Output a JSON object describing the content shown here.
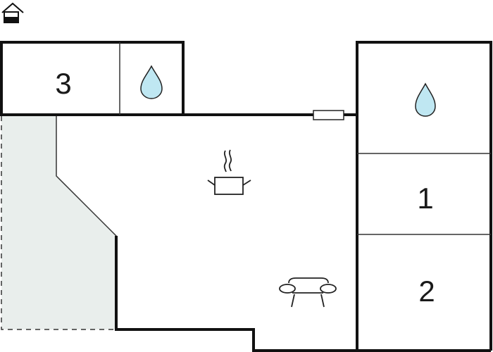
{
  "plan": {
    "rooms": [
      {
        "id": "room-3",
        "label": "3"
      },
      {
        "id": "room-1",
        "label": "1"
      },
      {
        "id": "room-2",
        "label": "2"
      }
    ],
    "icons": [
      "home-icon",
      "water-drop-icon",
      "water-drop-icon",
      "cooking-pot-icon",
      "sofa-icon",
      "window-icon"
    ],
    "colors": {
      "wall": "#111111",
      "terrace": "#e9eeec",
      "water": "#bfe7f2",
      "background": "#ffffff"
    }
  }
}
